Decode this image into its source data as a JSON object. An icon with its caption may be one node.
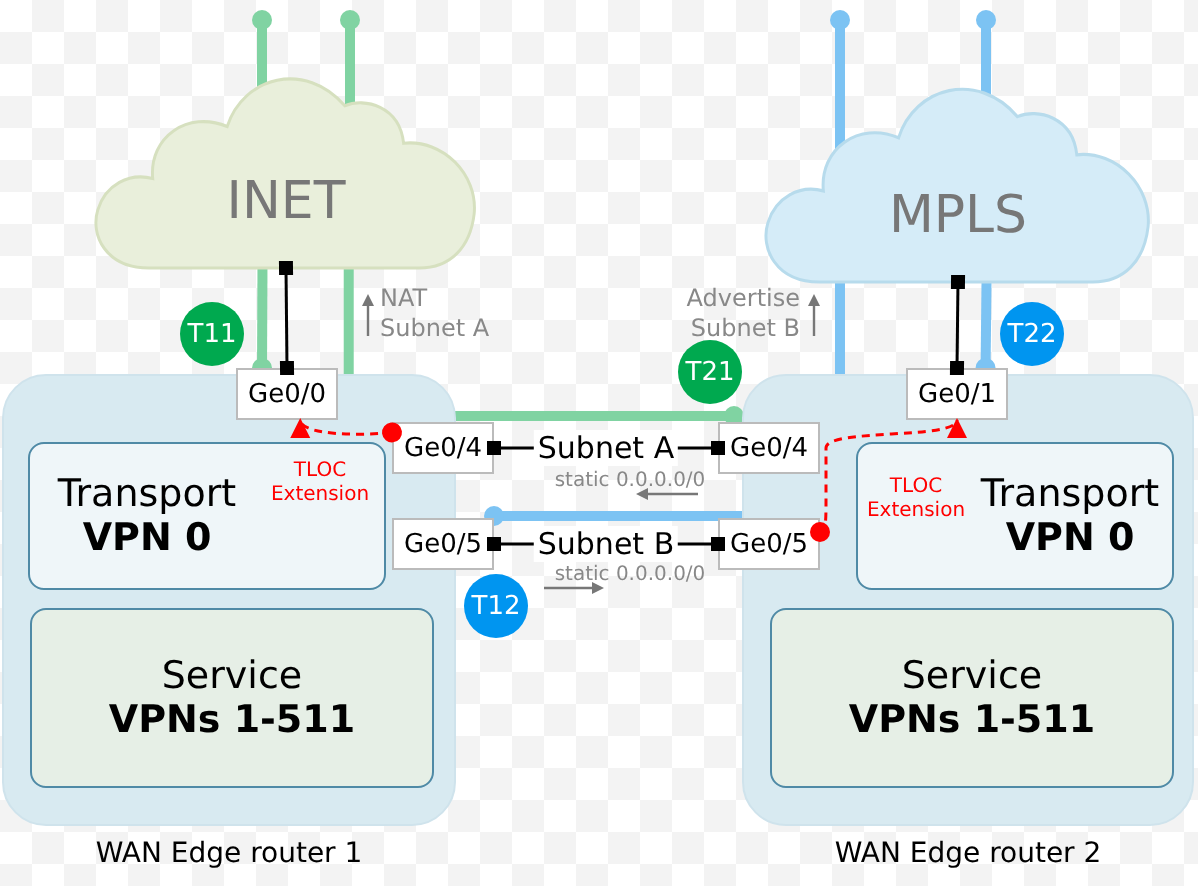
{
  "diagram": {
    "nodes": [
      {
        "text": [
          "INET"
        ]
      },
      {
        "text": [
          "MPLS"
        ]
      },
      {
        "text": [],
        "shape": "box",
        "beside": [
          "WAN Edge router 1"
        ]
      },
      {
        "text": [
          "Transport",
          "VPN 0"
        ],
        "in": 2
      },
      {
        "text": [
          "Service",
          "VPNs 1-511"
        ],
        "in": 2
      },
      {
        "text": [
          "Ge0/0"
        ]
      },
      {
        "text": [
          "Ge0/4"
        ]
      },
      {
        "text": [
          "Ge0/5"
        ]
      },
      {
        "text": [],
        "shape": "box",
        "beside": [
          "WAN Edge router 2"
        ]
      },
      {
        "text": [
          "Transport",
          "VPN 0"
        ],
        "in": 8
      },
      {
        "text": [
          "Service",
          "VPNs 1-511"
        ],
        "in": 8
      },
      {
        "text": [
          "Ge0/1"
        ]
      },
      {
        "text": [
          "Ge0/4"
        ]
      },
      {
        "text": [
          "Ge0/5"
        ]
      },
      {
        "text": [
          "T11"
        ]
      },
      {
        "text": [
          "T12"
        ]
      },
      {
        "text": [
          "T21"
        ]
      },
      {
        "text": [
          "T22"
        ]
      }
    ],
    "edges": [
      {
        "from": 0,
        "to": 5,
        "arrow": "other"
      },
      {
        "from": 1,
        "to": 11,
        "arrow": "other"
      },
      {
        "from": 6,
        "to": 12,
        "arrow": "other",
        "label": "Subnet A"
      },
      {
        "from": 7,
        "to": 13,
        "arrow": "other",
        "label": "Subnet B"
      },
      {
        "from": 6,
        "to": 5,
        "arrow": "to",
        "style": "dashed",
        "color": "#ff0000",
        "label": "TLOC Extension"
      },
      {
        "from": 13,
        "to": 11,
        "arrow": "to",
        "style": "dashed",
        "color": "#ff0000",
        "label": "TLOC Extension"
      },
      {
        "from": 0,
        "to": 5,
        "arrow": "other",
        "style": "thick",
        "color": "#80d3a2"
      },
      {
        "from": 0,
        "to": 12,
        "arrow": "other",
        "style": "thick",
        "color": "#80d3a2"
      },
      {
        "from": 1,
        "to": 11,
        "arrow": "other",
        "style": "thick",
        "color": "#7cc3f3"
      },
      {
        "from": 1,
        "to": 7,
        "arrow": "other",
        "style": "thick",
        "color": "#7cc3f3"
      }
    ],
    "labels": [
      "NAT Subnet A",
      "Advertise Subnet B",
      "static 0.0.0.0/0",
      "static 0.0.0.0/0"
    ]
  }
}
